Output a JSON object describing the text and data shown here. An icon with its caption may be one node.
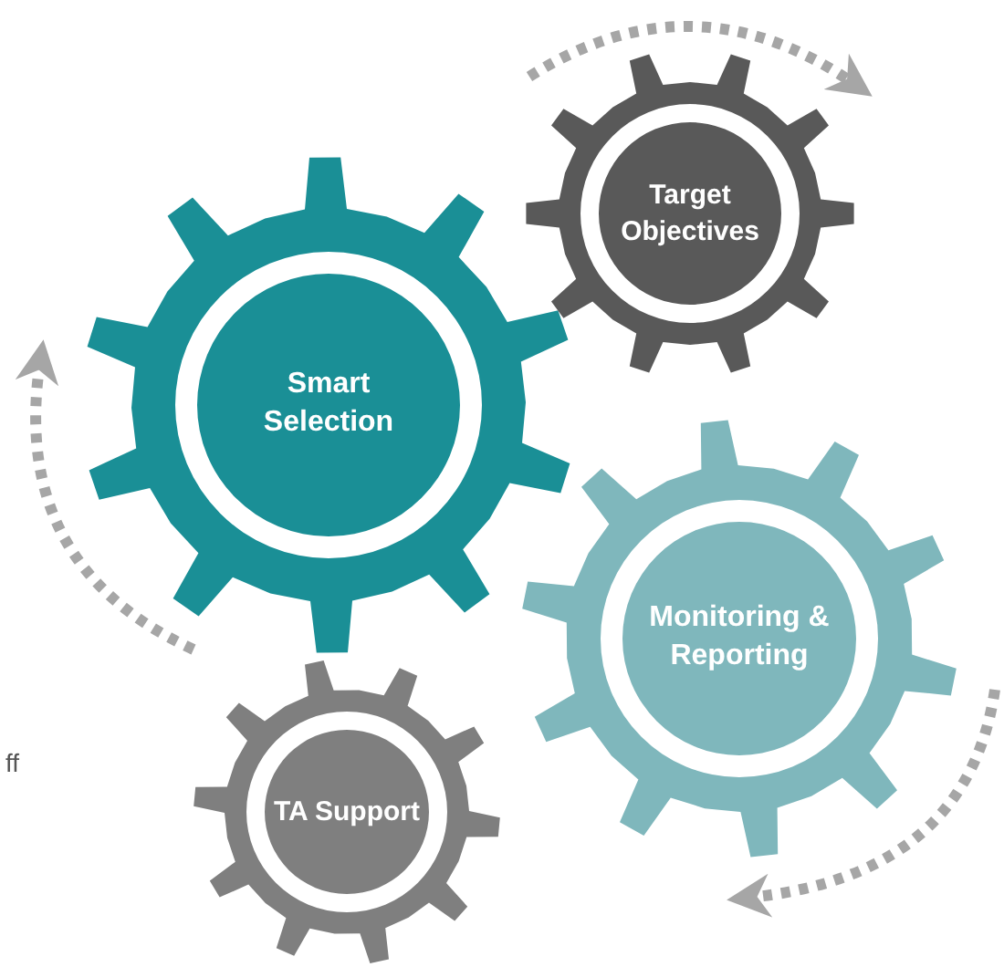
{
  "diagram": {
    "nodes": [
      {
        "text": [
          "Smart Selection"
        ]
      },
      {
        "text": [
          "Target Objectives"
        ]
      },
      {
        "text": [
          "TA Support"
        ]
      },
      {
        "text": [
          "Monitoring & Reporting"
        ]
      }
    ],
    "labels": [
      "ff"
    ]
  }
}
